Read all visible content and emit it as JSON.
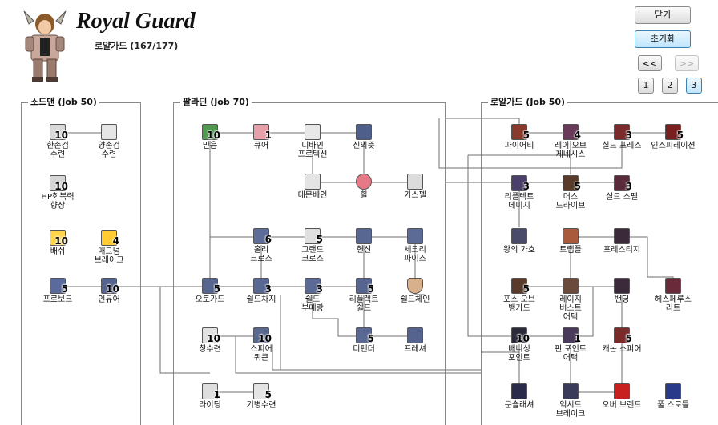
{
  "header": {
    "title": "Royal Guard",
    "subtitle": "로얄가드 (167/177)"
  },
  "buttons": {
    "close": "닫기",
    "reset": "초기화",
    "prev": "<<",
    "next": ">>",
    "pages": [
      "1",
      "2",
      "3"
    ]
  },
  "groups": {
    "swordman": "소드맨 (Job 50)",
    "paladin": "팔라딘 (Job 70)",
    "royal_guard": "로얄가드 (Job 50)"
  },
  "skills": [
    {
      "name": "한손검\n수련",
      "level": "10"
    },
    {
      "name": "양손검\n수련",
      "level": ""
    },
    {
      "name": "HP회복력\n향상",
      "level": "10"
    },
    {
      "name": "배쉬",
      "level": "10"
    },
    {
      "name": "매그넘\n브레이크",
      "level": "4"
    },
    {
      "name": "프로보크",
      "level": "5"
    },
    {
      "name": "인듀어",
      "level": "10"
    },
    {
      "name": "믿음",
      "level": "10"
    },
    {
      "name": "큐어",
      "level": "1"
    },
    {
      "name": "디바인\n프로텍션",
      "level": ""
    },
    {
      "name": "신의뜻",
      "level": ""
    },
    {
      "name": "데몬베인",
      "level": ""
    },
    {
      "name": "힐",
      "level": ""
    },
    {
      "name": "가스펠",
      "level": ""
    },
    {
      "name": "홀리\n크로스",
      "level": "6"
    },
    {
      "name": "그랜드\n크로스",
      "level": "5"
    },
    {
      "name": "헌신",
      "level": ""
    },
    {
      "name": "세크리\n파이스",
      "level": ""
    },
    {
      "name": "오토가드",
      "level": "5"
    },
    {
      "name": "쉴드차지",
      "level": "3"
    },
    {
      "name": "쉴드\n부메랑",
      "level": "3"
    },
    {
      "name": "리플렉트\n쉴드",
      "level": "5"
    },
    {
      "name": "쉴드체인",
      "level": ""
    },
    {
      "name": "창수련",
      "level": "10"
    },
    {
      "name": "스피어\n퀴큰",
      "level": "10"
    },
    {
      "name": "디펜더",
      "level": "5"
    },
    {
      "name": "프레셔",
      "level": ""
    },
    {
      "name": "라이딩",
      "level": "1"
    },
    {
      "name": "기병수련",
      "level": "5"
    },
    {
      "name": "파이어티",
      "level": "5"
    },
    {
      "name": "레이 오브\n제네시스",
      "level": "4"
    },
    {
      "name": "실드 프레스",
      "level": "3"
    },
    {
      "name": "인스피레이션",
      "level": "5"
    },
    {
      "name": "리플렉트\n데미지",
      "level": "3"
    },
    {
      "name": "머스\n드라이브",
      "level": "5"
    },
    {
      "name": "실드 스펠",
      "level": "3"
    },
    {
      "name": "왕의 가호",
      "level": ""
    },
    {
      "name": "트랩플",
      "level": ""
    },
    {
      "name": "프레스티지",
      "level": ""
    },
    {
      "name": "포스 오브\n뱅가드",
      "level": "5"
    },
    {
      "name": "레이지\n버스트\n어택",
      "level": ""
    },
    {
      "name": "밴딩",
      "level": ""
    },
    {
      "name": "헤스페루스\n리트",
      "level": ""
    },
    {
      "name": "배니싱\n포인트",
      "level": "10"
    },
    {
      "name": "핀 포인트\n어택",
      "level": "1"
    },
    {
      "name": "캐논 스피어",
      "level": "5"
    },
    {
      "name": "문슬래셔",
      "level": ""
    },
    {
      "name": "익시드\n브레이크",
      "level": ""
    },
    {
      "name": "오버 브랜드",
      "level": ""
    },
    {
      "name": "풀 스로틀",
      "level": ""
    }
  ]
}
